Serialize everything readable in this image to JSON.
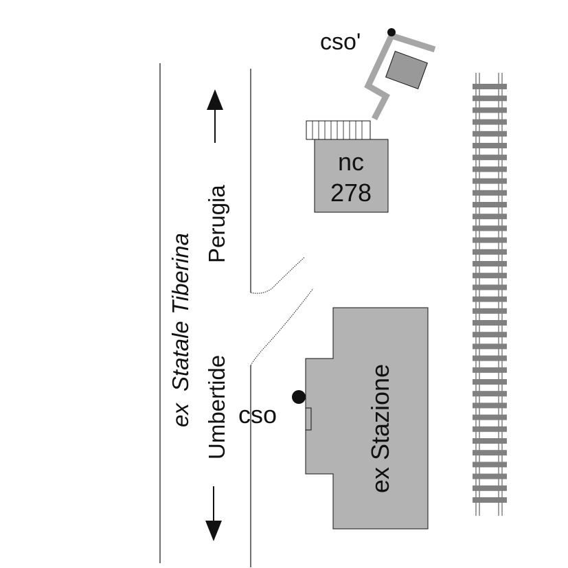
{
  "road": {
    "name_prefix": "ex",
    "name_italic": "Statale Tiberina",
    "direction_north": "Perugia",
    "direction_south": "Umbertide"
  },
  "buildings": {
    "station": "ex Stazione",
    "house_line1": "nc",
    "house_line2": "278"
  },
  "points": {
    "cso": "cso",
    "cso_prime": "cso'"
  },
  "colors": {
    "building_fill": "#b3b3b3",
    "building_stroke": "#111111",
    "rail_grey": "#808080",
    "path_grey": "#a6a6a6",
    "line": "#111111"
  },
  "icons": {
    "north_arrow": "arrow-up-icon",
    "south_arrow": "arrow-down-icon",
    "point_marker": "dot-icon"
  }
}
